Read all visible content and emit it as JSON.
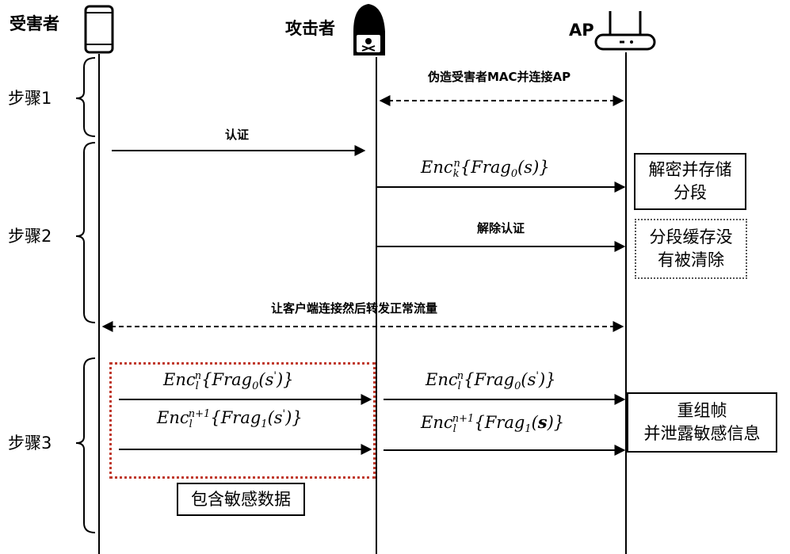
{
  "actors": {
    "victim": "受害者",
    "attacker": "攻击者",
    "ap": "AP"
  },
  "steps": {
    "step1": "步骤1",
    "step2": "步骤2",
    "step3": "步骤3"
  },
  "messages": {
    "spoof": "伪造受害者MAC并连接AP",
    "auth": "认证",
    "enc0_base": "Enc",
    "enc_n": "n",
    "enc_k": "k",
    "enc_l": "l",
    "enc_n1": "n+1",
    "frag0_text": "{Frag",
    "frag_sub0": "0",
    "frag_sub1": "1",
    "s_arg": "(s)}",
    "sprime_open": "(s",
    "sprime_mark": "'",
    "sprime_close": ")}",
    "s_open": "(",
    "s_bold": "s",
    "s_close": ")}",
    "deauth": "解除认证",
    "forward": "让客户端连接然后转发正常流量"
  },
  "boxes": {
    "decrypt_line1": "解密并存储",
    "decrypt_line2": "分段",
    "cache_line1": "分段缓存没",
    "cache_line2": "有被清除",
    "reassemble_line1": "重组帧",
    "reassemble_line2": "并泄露敏感信息",
    "sensitive": "包含敏感数据"
  },
  "icons": {
    "victim": "smartphone-icon",
    "attacker": "hooded-hacker-icon",
    "ap": "router-icon"
  },
  "colors": {
    "line": "#000000",
    "sensitive_border": "#c0392b"
  }
}
